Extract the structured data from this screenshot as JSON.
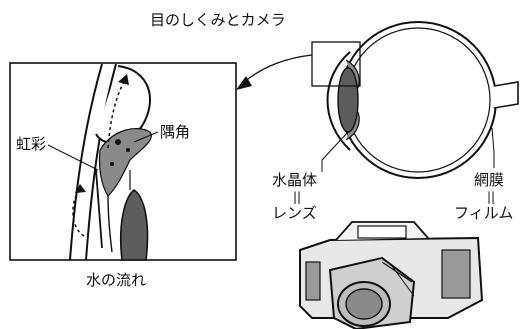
{
  "title": "目のしくみとカメラ",
  "labels": {
    "iris": "虹彩",
    "angle": "隅角",
    "lens": "水晶体",
    "lens_equiv": "レンズ",
    "retina": "網膜",
    "retina_equiv": "フィルム",
    "equals": "||",
    "water_flow": "水の流れ"
  }
}
